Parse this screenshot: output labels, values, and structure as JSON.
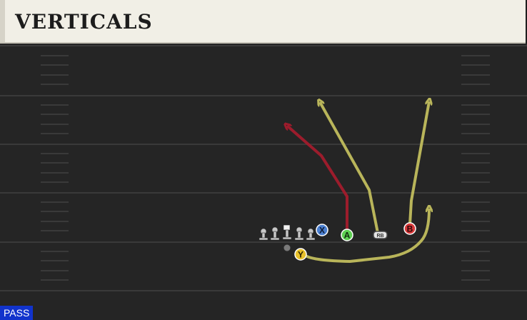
{
  "play": {
    "title": "VERTICALS",
    "type_badge": "PASS"
  },
  "colors": {
    "route_yellow": "#b9b55a",
    "route_red": "#9c1c2c",
    "receiver_a": "#5dcf52",
    "receiver_b": "#d8393a",
    "receiver_x": "#4a7fd0",
    "receiver_y": "#e8c12a",
    "field": "#252525",
    "title_bg": "#f1efe6"
  },
  "players": {
    "x_label": "X",
    "a_label": "A",
    "b_label": "B",
    "y_label": "Y",
    "rb_label": "RB"
  },
  "icons": {
    "route_end": "arrowhead",
    "linemen": "lineman-pin-icon",
    "qb": "qb-dot-icon"
  }
}
